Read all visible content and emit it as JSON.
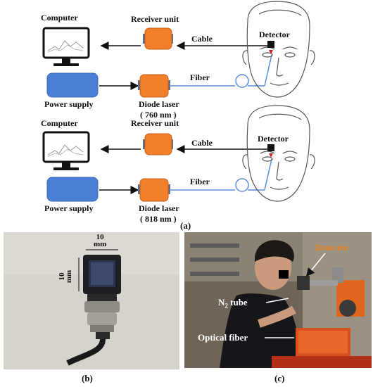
{
  "panel_a": {
    "rows": [
      {
        "computer": "Computer",
        "receiver": "Receiver unit",
        "cable": "Cable",
        "detector": "Detector",
        "fiber": "Fiber",
        "power": "Power supply",
        "laser": "Diode laser",
        "wavelength": "( 760 nm )"
      },
      {
        "computer": "Computer",
        "receiver": "Receiver unit",
        "cable": "Cable",
        "detector": "Detector",
        "fiber": "Fiber",
        "power": "Power supply",
        "laser": "Diode laser",
        "wavelength": "( 818 nm )"
      }
    ],
    "caption": "(a)"
  },
  "panel_b": {
    "dim_horizontal": "10\nmm",
    "dim_vertical": "10\nmm",
    "caption": "(b)"
  },
  "panel_c": {
    "detector": "Detector",
    "n2_tube_prefix": "N",
    "n2_tube_sub": "2",
    "n2_tube_suffix": " tube",
    "optical_fiber": "Optical fiber",
    "caption": "(c)"
  },
  "colors": {
    "power_supply": "#4a7fd6",
    "diode_laser": "#f07f2b",
    "fiber_line": "#5b8fd6",
    "detector_mark": "#d02020"
  }
}
